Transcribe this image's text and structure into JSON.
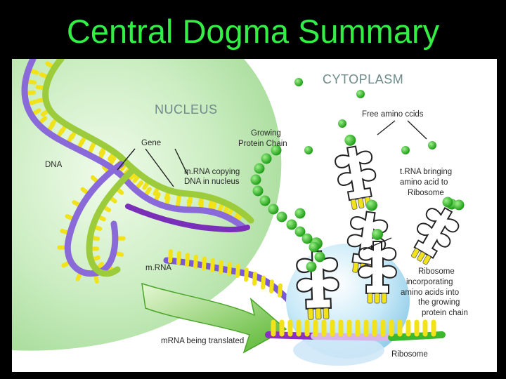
{
  "slide": {
    "title": "Central Dogma Summary"
  },
  "labels": {
    "cytoplasm": "CYTOPLASM",
    "nucleus": "NUCLEUS",
    "free_amino_acids": "Free amino ccids",
    "growing_chain": [
      "Growing",
      "Protein Chain"
    ],
    "gene": "Gene",
    "dna": "DNA",
    "mrna_copying": [
      "m.RNA copying",
      "DNA in nucleus"
    ],
    "trna_bringing": [
      "t.RNA bringing",
      "amino acid to",
      "Ribosome"
    ],
    "mrna": "m.RNA",
    "ribosome_incorporating": [
      "Ribosome",
      "incorporating",
      "amino acids into",
      "the growing",
      "protein chain"
    ],
    "mrna_translated": "mRNA being translated",
    "ribosome": "Ribosome"
  },
  "colors": {
    "title_green": "#33ee44",
    "nucleus_fill": "#c9ecc0",
    "dna_purple": "#8a6ad8",
    "dna_green": "#9ccc3c",
    "base_yellow": "#f2e21a",
    "amino_green": "#2fbf25",
    "ribosome_blue": "#bfe6f6",
    "arrow_green": "#6cc43a"
  }
}
